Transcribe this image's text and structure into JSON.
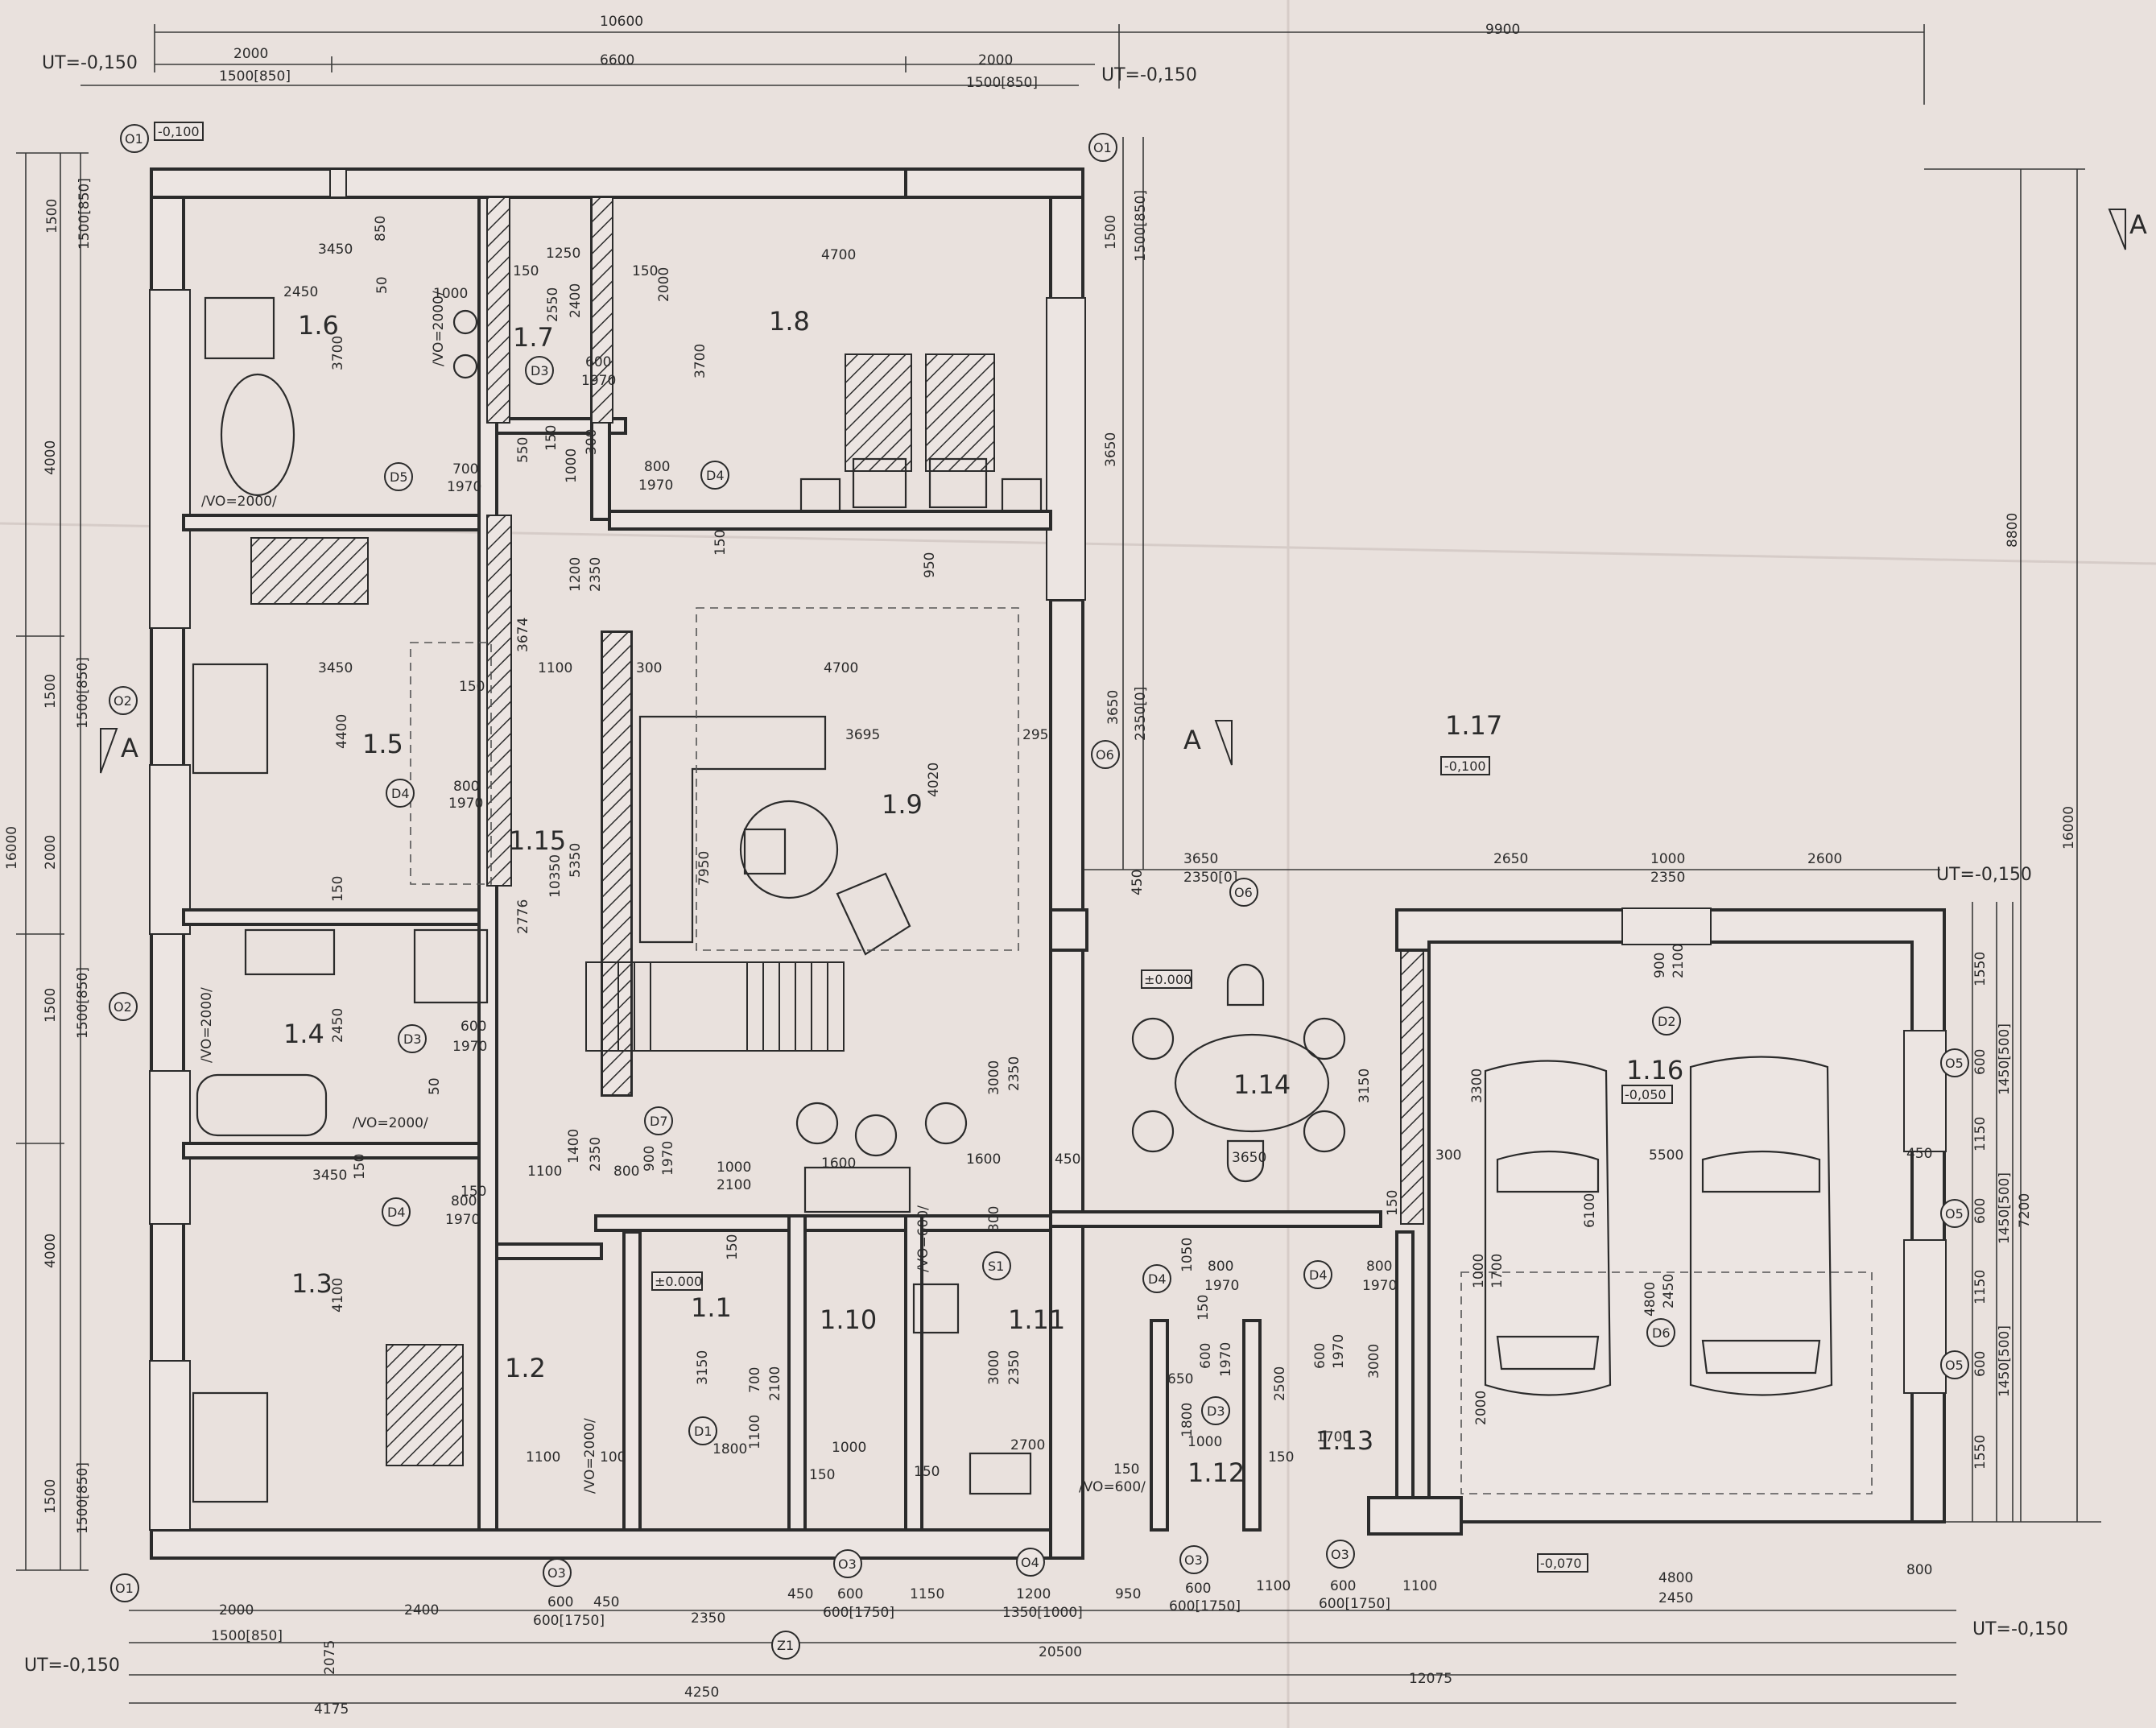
{
  "levels": {
    "ut_top_left": "UT=-0,150",
    "ut_top_mid": "UT=-0,150",
    "ut_right_garage": "UT=-0,150",
    "ut_bottom_left": "UT=-0,150",
    "ut_bottom_right": "UT=-0,150",
    "corner_01": "-0,100",
    "terrace": "-0,100",
    "dining": "±0.000",
    "hall": "±0.000",
    "garage": "-0,050",
    "drive": "-0,070"
  },
  "rooms": {
    "r1_1": "1.1",
    "r1_2": "1.2",
    "r1_3": "1.3",
    "r1_4": "1.4",
    "r1_5": "1.5",
    "r1_6": "1.6",
    "r1_7": "1.7",
    "r1_8": "1.8",
    "r1_9": "1.9",
    "r1_10": "1.10",
    "r1_11": "1.11",
    "r1_12": "1.12",
    "r1_13": "1.13",
    "r1_14": "1.14",
    "r1_15": "1.15",
    "r1_16": "1.16",
    "r1_17": "1.17"
  },
  "section": {
    "left": "A",
    "mid": "A",
    "right": "A"
  },
  "dims_top": {
    "d10600": "10600",
    "d9900": "9900",
    "d2000a": "2000",
    "d1500a": "1500[850]",
    "d6600": "6600",
    "d2000b": "2000",
    "d1500b": "1500[850]"
  },
  "dims_left": {
    "d1500a": "1500",
    "d1500a2": "1500[850]",
    "d4000a": "4000",
    "d1500b": "1500",
    "d1500b2": "1500[850]",
    "d2000": "2000",
    "d16000": "16000",
    "d1500c": "1500",
    "d1500c2": "1500[850]",
    "d4000b": "4000",
    "d1500d": "1500",
    "d1500d2": "1500[850]"
  },
  "dims_right_house": {
    "d1500": "1500",
    "d1500b": "1500[850]",
    "d3650": "3650",
    "d3650b": "3650",
    "d2350": "2350[0]"
  },
  "dims_far_right": {
    "d8800": "8800",
    "d16000": "16000"
  },
  "dims_garage_top": {
    "d3650": "3650",
    "d2350": "2350[0]",
    "d2650": "2650",
    "d1000": "1000",
    "d2350b": "2350",
    "d2600": "2600"
  },
  "dims_garage_right": {
    "d1550a": "1550",
    "d600a": "600",
    "d1450a": "1450[500]",
    "d1150a": "1150",
    "d600b": "600",
    "d1450b": "1450[500]",
    "d7200": "7200",
    "d1150b": "1150",
    "d600c": "600",
    "d1450c": "1450[500]",
    "d1550b": "1550"
  },
  "dims_bottom": {
    "d2000": "2000",
    "d1500": "1500[850]",
    "d2400": "2400",
    "d600a": "600",
    "d600a2": "600[1750]",
    "d450a": "450",
    "d2350": "2350",
    "d450b": "450",
    "d600b": "600",
    "d600b2": "600[1750]",
    "d1150": "1150",
    "d1200": "1200",
    "d1350": "1350[1000]",
    "d950": "950",
    "d600c": "600",
    "d600c2": "600[1750]",
    "d1100a": "1100",
    "d600d": "600",
    "d600d2": "600[1750]",
    "d1100b": "1100",
    "d4800": "4800",
    "d2450": "2450",
    "d800": "800",
    "d20500": "20500",
    "d2075": "2075",
    "d12075": "12075",
    "d4250": "4250",
    "d4175": "4175"
  },
  "internal_dims": {
    "i3450a": "3450",
    "i850": "850",
    "i2450": "2450",
    "i1000a": "1000",
    "i50": "50",
    "i3700a": "3700",
    "i_vo2000a": "/VO=2000/",
    "i_vo2000b": "/VO=2000/",
    "i1250": "1250",
    "i150a": "150",
    "i150b": "150",
    "i2550": "2550",
    "i2400": "2400",
    "i2000": "2000",
    "i600a": "600",
    "i1970a": "1970",
    "i4700a": "4700",
    "i3700b": "3700",
    "i700": "700",
    "i1970b": "1970",
    "i550": "550",
    "i150c": "150",
    "i1000b": "1000",
    "i300a": "300",
    "i800a": "800",
    "i1970c": "1970",
    "i150d": "150",
    "i1200": "1200",
    "i2350a": "2350",
    "i950": "950",
    "i3674": "3674",
    "i3450b": "3450",
    "i150e": "150",
    "i1100a": "1100",
    "i300b": "300",
    "i4700b": "4700",
    "i4400": "4400",
    "i3695": "3695",
    "i295": "295",
    "i4020": "4020",
    "i800b": "800",
    "i1970d": "1970",
    "i10350": "10350",
    "i5350": "5350",
    "i7950": "7950",
    "i2776": "2776",
    "i150f": "150",
    "i2450b": "2450",
    "i600b": "600",
    "i1970e": "1970",
    "i_vo2000c": "/VO=2000/",
    "i_vo2000d": "/VO=2000/",
    "i50b": "50",
    "i3450c": "3450",
    "i150g": "150",
    "i800c": "800",
    "i1970f": "1970",
    "i150h": "150",
    "i1100b": "1100",
    "i1400": "1400",
    "i2350b": "2350",
    "i800d": "800",
    "i900": "900",
    "i1970g": "1970",
    "i1000c": "1000",
    "i2100a": "2100",
    "i1600a": "1600",
    "i1600b": "1600",
    "i450a": "450",
    "i3000a": "3000",
    "i2350c": "2350",
    "i300c": "300",
    "i3150a": "3150",
    "i3650c": "3650",
    "i300d": "300",
    "i5500": "5500",
    "i3300": "3300",
    "i6100": "6100",
    "i450b": "450",
    "i450c": "450",
    "i4100": "4100",
    "i1100c": "1100",
    "i_vo2000e": "/VO=2000/",
    "i100": "100",
    "i150i": "150",
    "i3150b": "3150",
    "i700b": "700",
    "i2100b": "2100",
    "i1100d": "1100",
    "i1800": "1800",
    "i1000d": "1000",
    "i150j": "150",
    "i_vo600a": "/VO=600/",
    "i3000b": "3000",
    "i2350d": "2350",
    "i2700": "2700",
    "i150k": "150",
    "i_vo600b": "/VO=600/",
    "i150l": "150",
    "i1050": "1050",
    "i800e": "800",
    "i1970h": "1970",
    "i150m": "150",
    "i600e": "600",
    "i1970i": "1970",
    "i650": "650",
    "i1800b": "1800",
    "i1000e": "1000",
    "i2500": "2500",
    "i600f": "600",
    "i1970j": "1970",
    "i3000c": "3000",
    "i1700": "1700",
    "i150n": "150",
    "i800f": "800",
    "i1970k": "1970",
    "i150o": "150",
    "i900b": "900",
    "i2100c": "2100",
    "i1000f": "1000",
    "i2000b": "2000",
    "i4800": "4800",
    "i2450c": "2450",
    "i1700b": "1700"
  },
  "tags": {
    "o1_tl": "O1",
    "o1_tr": "O1",
    "o1_bl": "O1",
    "o2a": "O2",
    "o2b": "O2",
    "o3a": "O3",
    "o3b": "O3",
    "o3c": "O3",
    "o3d": "O3",
    "o4": "O4",
    "o5a": "O5",
    "o5b": "O5",
    "o5c": "O5",
    "o6a": "O6",
    "o6b": "O6",
    "d1": "D1",
    "d2": "D2",
    "d3a": "D3",
    "d3b": "D3",
    "d3c": "D3",
    "d4a": "D4",
    "d4b": "D4",
    "d4c": "D4",
    "d4d": "D4",
    "d4e": "D4",
    "d5": "D5",
    "d6": "D6",
    "d7": "D7",
    "s1": "S1",
    "z1": "Z1"
  }
}
